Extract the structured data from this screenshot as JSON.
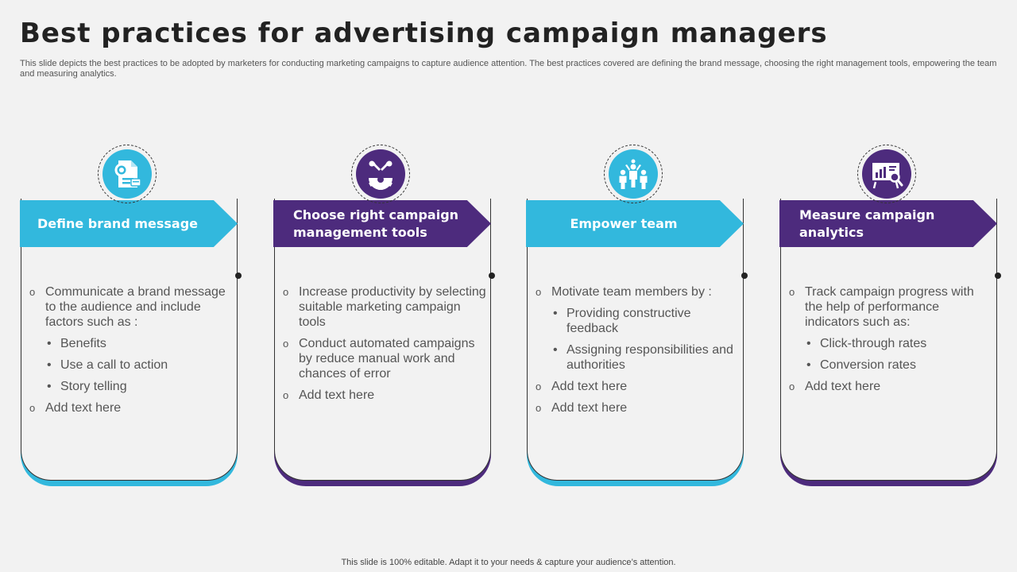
{
  "title": "Best practices for advertising campaign managers",
  "subtitle": "This slide depicts the best practices to be adopted by marketers for conducting marketing campaigns to capture audience attention. The best practices covered are defining the brand message, choosing the right management tools, empowering the team and measuring analytics.",
  "footer": "This slide is 100% editable. Adapt it to your needs & capture your audience’s attention.",
  "colors": {
    "cyan": "#32b8dd",
    "purple": "#4d2b7d"
  },
  "markers": {
    "circle": "o",
    "bullet": "•"
  },
  "cards": [
    {
      "heading": "Define brand message",
      "icon": "brand-document-icon",
      "items": [
        {
          "text": "Communicate a brand message to the audience and include factors such as :",
          "subs": [
            "Benefits",
            "Use a call to action",
            "Story telling"
          ]
        },
        {
          "text": "Add text here"
        }
      ]
    },
    {
      "heading": "Choose right campaign management tools",
      "icon": "gear-tools-icon",
      "items": [
        {
          "text": "Increase productivity by selecting suitable marketing campaign tools"
        },
        {
          "text": "Conduct automated campaigns by reduce manual work and chances of error"
        },
        {
          "text": "Add text here"
        }
      ]
    },
    {
      "heading": "Empower team",
      "icon": "team-icon",
      "items": [
        {
          "text": "Motivate team members by :",
          "subs": [
            "Providing constructive  feedback",
            "Assigning responsibilities and authorities"
          ]
        },
        {
          "text": "Add text here"
        },
        {
          "text": "Add text here"
        }
      ]
    },
    {
      "heading": "Measure campaign analytics",
      "icon": "analytics-board-icon",
      "items": [
        {
          "text": "Track campaign progress with the help of performance indicators such as:",
          "subs": [
            "Click-through rates",
            "Conversion rates"
          ]
        },
        {
          "text": "Add text here"
        }
      ]
    }
  ]
}
